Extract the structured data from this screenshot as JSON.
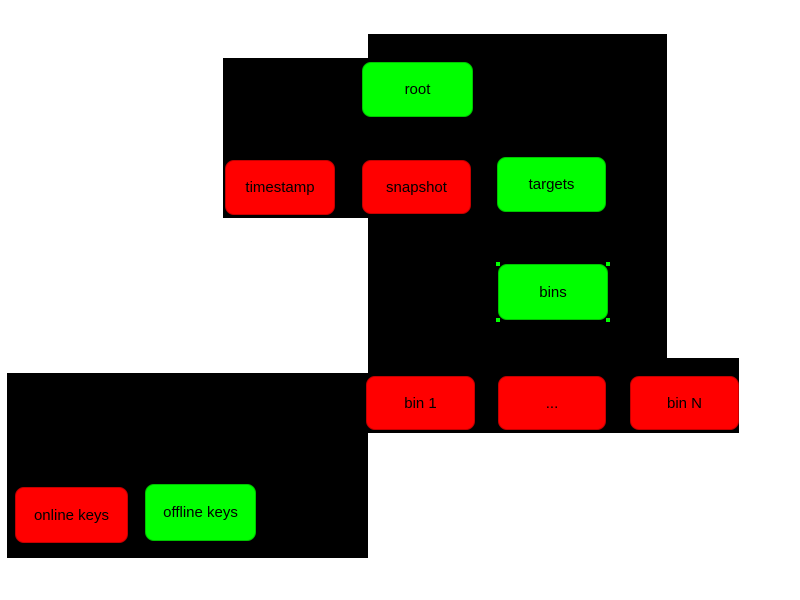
{
  "diagram": {
    "type": "role-hierarchy-diagram",
    "colors": {
      "online_key_node": "#ff0000",
      "offline_key_node": "#00ff00",
      "background_block": "#000000",
      "canvas": "#ffffff",
      "node_text": "#000000"
    },
    "nodes": [
      {
        "id": "root",
        "label": "root",
        "color": "green"
      },
      {
        "id": "timestamp",
        "label": "timestamp",
        "color": "red"
      },
      {
        "id": "snapshot",
        "label": "snapshot",
        "color": "red"
      },
      {
        "id": "targets",
        "label": "targets",
        "color": "green"
      },
      {
        "id": "bins",
        "label": "bins",
        "color": "green"
      },
      {
        "id": "bin-1",
        "label": "bin 1",
        "color": "red"
      },
      {
        "id": "ellipsis",
        "label": "...",
        "color": "red"
      },
      {
        "id": "bin-n",
        "label": "bin N",
        "color": "red"
      },
      {
        "id": "online-keys",
        "label": "online keys",
        "color": "red"
      },
      {
        "id": "offline-keys",
        "label": "offline keys",
        "color": "green"
      }
    ]
  }
}
